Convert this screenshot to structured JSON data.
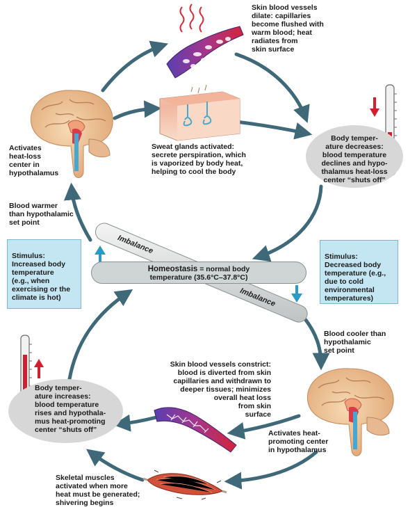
{
  "labels": {
    "skin_vessels_dilate": "Skin blood vessels\ndilate: capillaries\nbecome flushed with\nwarm blood; heat\nradiates from\nskin surface",
    "sweat_glands": "Sweat glands activated:\nsecrete perspiration, which\nis vaporized by body heat,\nhelping to cool the body",
    "activates_heat_loss": "Activates\nheat-loss\ncenter in\nhypothalamus",
    "blood_warmer": "Blood warmer\nthan hypothalamic\nset point",
    "body_temp_decreases": "Body temper-\nature decreases:\nblood temperature\ndeclines and hypo-\nthalamus heat-loss\ncenter “shuts off”",
    "blood_cooler": "Blood cooler than\nhypothalamic\nset point",
    "skin_vessels_constrict": "Skin blood vessels constrict:\nblood is diverted from skin\ncapillaries and withdrawn to\ndeeper tissues; minimizes\noverall heat loss\nfrom skin\nsurface",
    "activates_heat_promoting": "Activates heat-\npromoting center\nin hypothalamus",
    "body_temp_increases": "Body temper-\nature increases:\nblood temperature\nrises and hypothala-\nmus heat-promoting\ncenter “shuts off”",
    "skeletal_muscles": "Skeletal muscles\nactivated when more\nheat must be generated;\nshivering begins"
  },
  "stimulus_left": {
    "head": "Stimulus:",
    "text": "Increased body\ntemperature\n(e.g., when\nexercising or the\nclimate is hot)"
  },
  "stimulus_right": {
    "head": "Stimulus:",
    "text": "Decreased body\ntemperature (e.g.,\ndue to cold\nenvironmental\ntemperatures)"
  },
  "homeostasis": {
    "bold": "Homeostasis",
    "rest": " = normal body",
    "line2": "temperature (35.6°C–37.8°C)"
  },
  "imbalance_top": "Imbalance",
  "imbalance_bottom": "Imbalance",
  "colors": {
    "arrow": "#3f6878",
    "blue_arrow": "#2a9bc4",
    "red_arrow": "#d02030",
    "stimulus_box": "#c4e6f3",
    "oval": "#d7d7d7"
  },
  "icons": [
    "brain-icon",
    "blood-vessel-icon",
    "skin-sweat-gland-icon",
    "thermometer-icon",
    "muscle-icon"
  ]
}
